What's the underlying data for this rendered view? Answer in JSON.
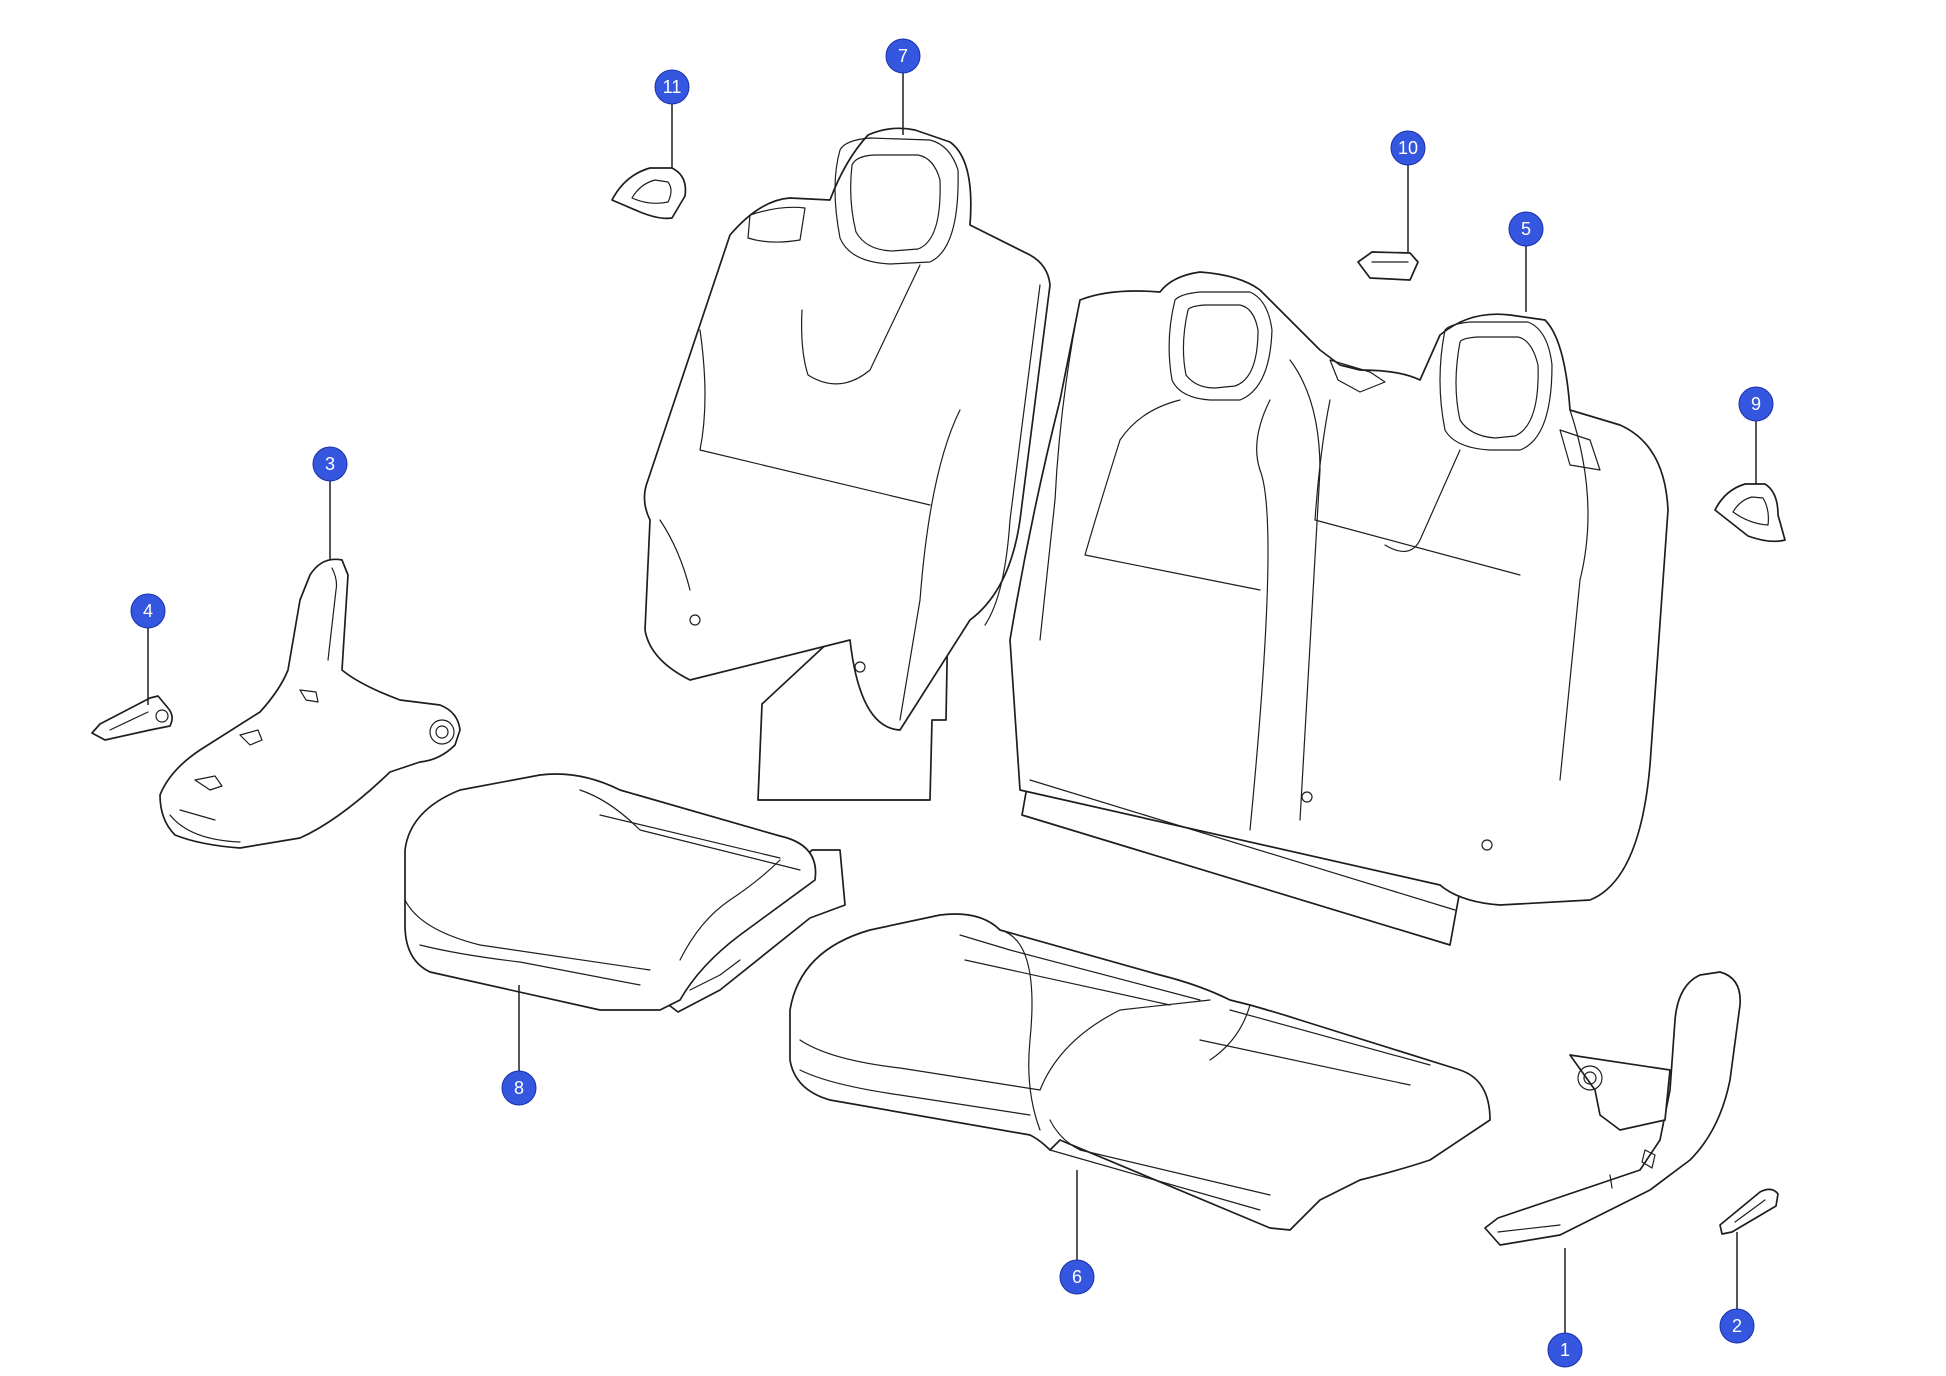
{
  "callout_color": "#3557e0",
  "outline_color": "#1e1e1e",
  "callouts": [
    {
      "id": "callout-1",
      "label": "1"
    },
    {
      "id": "callout-2",
      "label": "2"
    },
    {
      "id": "callout-3",
      "label": "3"
    },
    {
      "id": "callout-4",
      "label": "4"
    },
    {
      "id": "callout-5",
      "label": "5"
    },
    {
      "id": "callout-6",
      "label": "6"
    },
    {
      "id": "callout-7",
      "label": "7"
    },
    {
      "id": "callout-8",
      "label": "8"
    },
    {
      "id": "callout-9",
      "label": "9"
    },
    {
      "id": "callout-10",
      "label": "10"
    },
    {
      "id": "callout-11",
      "label": "11"
    }
  ]
}
